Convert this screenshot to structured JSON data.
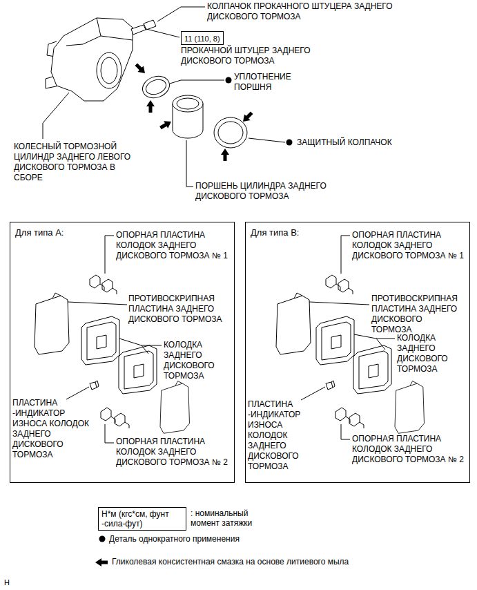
{
  "diagram": {
    "nodes": [
      {
        "text": [
          "Для типа A:"
        ]
      },
      {
        "text": [
          "Для типа B:"
        ]
      },
      {
        "text": [
          "11 (110, 8)"
        ]
      },
      {
        "text": [
          "Н*м (кгс*см, фунт -сила-фут)"
        ]
      }
    ],
    "labels": [
      "КОЛПАЧОК ПРОКАЧНОГО ШТУЦЕРА ЗАДНЕГО ДИСКОВОГО ТОРМОЗА",
      "ПРОКАЧНОЙ ШТУЦЕР ЗАДНЕГО ДИСКОВОГО ТОРМОЗА",
      "УПЛОТНЕНИЕ ПОРШНЯ",
      "КОЛЕСНЫЙ ТОРМОЗНОЙ ЦИЛИНДР ЗАДНЕГО ЛЕВОГО ДИСКОВОГО ТОРМОЗА В СБОРЕ",
      "ЗАЩИТНЫЙ КОЛПАЧОК",
      "ПОРШЕНЬ ЦИЛИНДРА ЗАДНЕГО ДИСКОВОГО ТОРМОЗА",
      "ОПОРНАЯ ПЛАСТИНА КОЛОДОК ЗАДНЕГО ДИСКОВОГО ТОРМОЗА № 1",
      "ПРОТИВОСКРИПНАЯ ПЛАСТИНА ЗАДНЕГО ДИСКОВОГО ТОРМОЗА",
      "КОЛОДКА ЗАДНЕГО ДИСКОВОГО ТОРМОЗА",
      "ПЛАСТИНА -ИНДИКАТОР ИЗНОСА КОЛОДОК ЗАДНЕГО ДИСКОВОГО ТОРМОЗА",
      "ОПОРНАЯ ПЛАСТИНА КОЛОДОК ЗАДНЕГО ДИСКОВОГО ТОРМОЗА № 2",
      "ОПОРНАЯ ПЛАСТИНА КОЛОДОК ЗАДНЕГО ДИСКОВОГО ТОРМОЗА № 1",
      "ПРОТИВОСКРИПНАЯ ПЛАСТИНА ЗАДНЕГО ДИСКОВОГО ТОРМОЗА",
      "КОЛОДКА ЗАДНЕГО ДИСКОВОГО ТОРМОЗА",
      "ПЛАСТИНА -ИНДИКАТОР ИЗНОСА КОЛОДОК ЗАДНЕГО ДИСКОВОГО ТОРМОЗА",
      "ОПОРНАЯ ПЛАСТИНА КОЛОДОК ЗАДНЕГО ДИСКОВОГО ТОРМОЗА № 2",
      "H"
    ],
    "legend": [
      {
        "text": ": номинальный момент затяжки"
      },
      {
        "text": "Деталь однократного применения"
      },
      {
        "text": "Гликолевая консистентная смазка на основе литиевого мыла"
      }
    ]
  }
}
